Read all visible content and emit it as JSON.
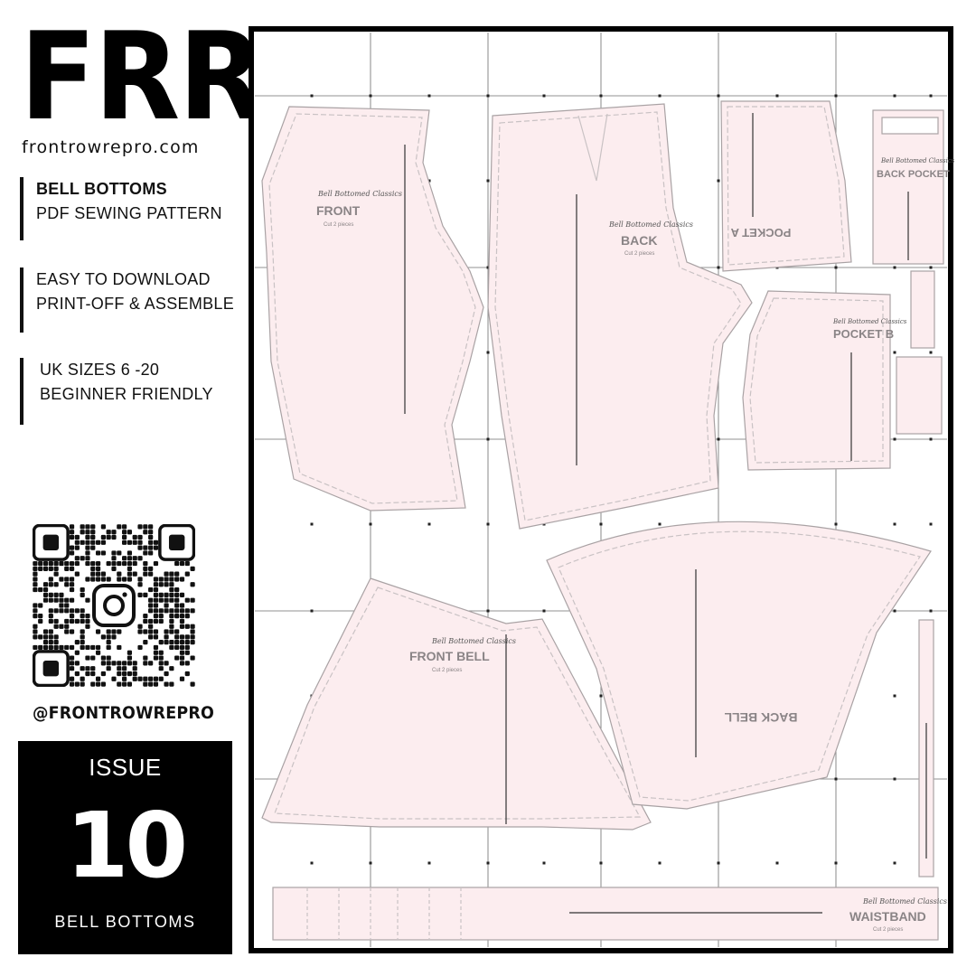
{
  "brand": {
    "logo": "FRR",
    "website": "frontrowrepro.com",
    "handle": "@FRONTROWREPRO"
  },
  "info_blocks": [
    {
      "line1": "BELL BOTTOMS",
      "line2": "PDF SEWING PATTERN"
    },
    {
      "line1": "EASY TO DOWNLOAD",
      "line2": "PRINT-OFF & ASSEMBLE"
    },
    {
      "line1": "UK SIZES 6 -20",
      "line2": "BEGINNER FRIENDLY"
    }
  ],
  "issue": {
    "label": "ISSUE",
    "number": "10",
    "subtitle": "BELL BOTTOMS"
  },
  "pattern": {
    "brand_script": "Bell Bottomed Classics",
    "cut_note": "Cut 2 pieces",
    "pieces": {
      "front": "FRONT",
      "back": "BACK",
      "pocket_a": "POCKET A",
      "back_pocket": "BACK POCKET",
      "pocket_b": "POCKET B",
      "front_bell": "FRONT BELL",
      "back_bell": "BACK BELL",
      "waistband": "WAISTBAND"
    }
  },
  "colors": {
    "accent_black": "#000000",
    "pattern_fill": "#fcedef",
    "pattern_outline": "#b5aeb0",
    "grid_line": "#6b6b6b"
  },
  "icons": {
    "qr": "qr-code-icon",
    "instagram": "instagram-icon"
  }
}
